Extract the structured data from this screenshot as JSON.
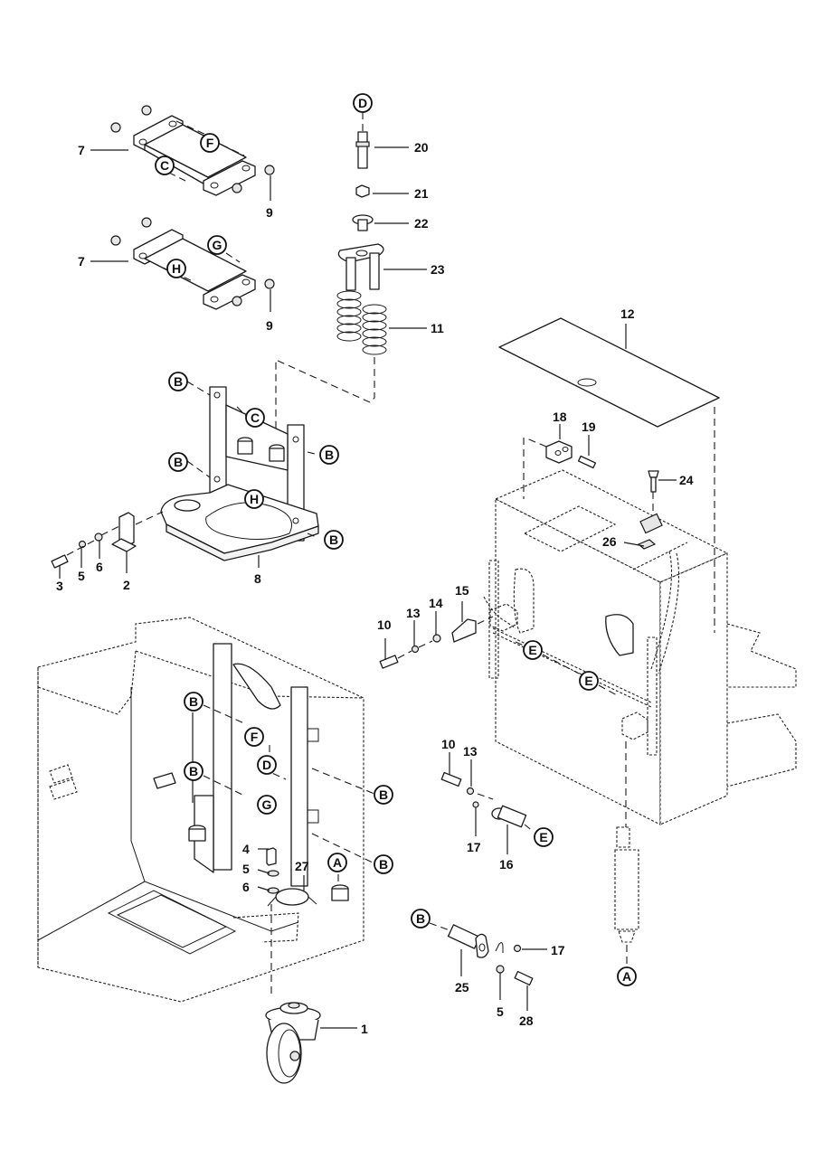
{
  "diagram": {
    "type": "exploded-parts-diagram",
    "subject": "Chassis base frame, caster, cover plate and lift assembly",
    "part_numbers": [
      "1",
      "2",
      "3",
      "4",
      "5",
      "6",
      "7",
      "8",
      "9",
      "10",
      "11",
      "12",
      "13",
      "14",
      "15",
      "16",
      "17",
      "18",
      "19",
      "20",
      "21",
      "22",
      "23",
      "24",
      "25",
      "26",
      "27",
      "28"
    ],
    "reference_letters": [
      "A",
      "B",
      "C",
      "D",
      "E",
      "F",
      "G",
      "H"
    ],
    "callouts": {
      "p7a": "7",
      "p9a": "9",
      "p7b": "7",
      "p9b": "9",
      "p20": "20",
      "p21": "21",
      "p22": "22",
      "p23": "23",
      "p11": "11",
      "p12": "12",
      "p18": "18",
      "p19": "19",
      "p24": "24",
      "p26": "26",
      "p3": "3",
      "p5a": "5",
      "p6a": "6",
      "p2": "2",
      "p8": "8",
      "p10a": "10",
      "p13a": "13",
      "p14": "14",
      "p15": "15",
      "p10b": "10",
      "p13b": "13",
      "p17a": "17",
      "p16": "16",
      "p4": "4",
      "p5b": "5",
      "p6b": "6",
      "p27": "27",
      "p25": "25",
      "p5c": "5",
      "p28": "28",
      "p17b": "17",
      "p1": "1"
    },
    "refs": {
      "r_d_top": "D",
      "r_f_top": "F",
      "r_c_top": "C",
      "r_g_top": "G",
      "r_h_top": "H",
      "r_b1": "B",
      "r_c_mid": "C",
      "r_b2": "B",
      "r_b3": "B",
      "r_h_mid": "H",
      "r_b4": "B",
      "r_e1": "E",
      "r_e2": "E",
      "r_b5": "B",
      "r_f_low": "F",
      "r_d_low": "D",
      "r_b6": "B",
      "r_g_low": "G",
      "r_b7": "B",
      "r_b8": "B",
      "r_a_low": "A",
      "r_e3": "E",
      "r_b9": "B",
      "r_a_right": "A"
    }
  }
}
